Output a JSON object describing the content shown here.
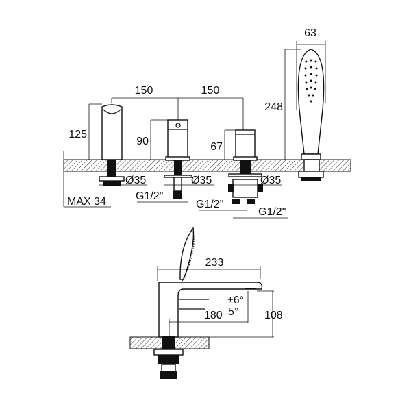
{
  "dimensions": {
    "handshower_width": "63",
    "spacing_1": "150",
    "spacing_2": "150",
    "handshower_height": "248",
    "spout_height": "125",
    "valve_height": "90",
    "diverter_height": "67",
    "hole_diameter_1": "Ø35",
    "hole_diameter_2": "Ø35",
    "hole_diameter_3": "Ø35",
    "thread_1": "G1/2\"",
    "thread_2": "G1/2\"",
    "thread_3": "G1/2\"",
    "max_deck": "MAX 34",
    "side_length": "233",
    "tilt": "±6°",
    "angle": "5°",
    "reach": "180",
    "side_height": "108"
  }
}
